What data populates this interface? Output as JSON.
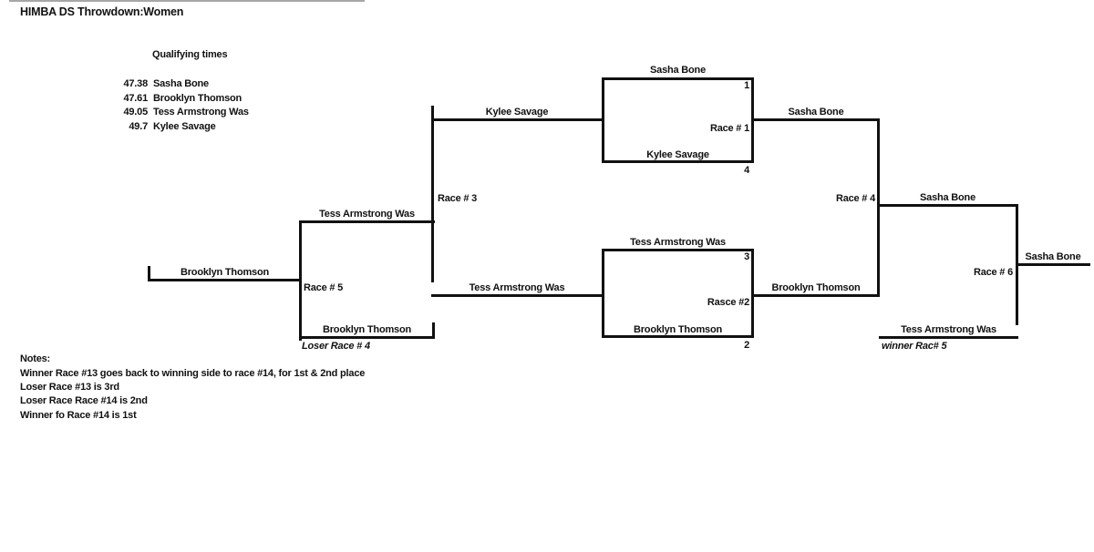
{
  "title": "HIMBA DS Throwdown:Women",
  "qualifying": {
    "header": "Qualifying times",
    "rows": [
      {
        "time": "47.38",
        "name": "Sasha Bone"
      },
      {
        "time": "47.61",
        "name": "Brooklyn Thomson"
      },
      {
        "time": "49.05",
        "name": "Tess Armstrong Was"
      },
      {
        "time": "49.7",
        "name": "Kylee Savage"
      }
    ]
  },
  "bracket": {
    "race1": {
      "label": "Race # 1",
      "top_name": "Sasha Bone",
      "top_seed": "1",
      "bottom_name": "Kylee Savage",
      "bottom_seed": "4",
      "winner": "Sasha Bone"
    },
    "race2": {
      "label": "Rasce #2",
      "top_name": "Tess Armstrong Was",
      "top_seed": "3",
      "bottom_name": "Brooklyn Thomson",
      "bottom_seed": "2",
      "winner": "Brooklyn Thomson"
    },
    "race3": {
      "label": "Race # 3",
      "top_name": "Kylee Savage",
      "bottom_name": "Tess Armstrong Was"
    },
    "race4": {
      "label": "Race # 4",
      "winner": "Sasha Bone"
    },
    "race5": {
      "label": "Race # 5",
      "feeder_name": "Brooklyn Thomson",
      "top_name": "Tess Armstrong Was",
      "bottom_name": "Brooklyn Thomson",
      "bottom_note": "Loser Race # 4"
    },
    "race6": {
      "label": "Race # 6",
      "winner": "Sasha Bone",
      "bottom_name": "Tess Armstrong Was",
      "bottom_note": "winner Rac# 5"
    }
  },
  "notes": {
    "header": "Notes:",
    "lines": [
      "Winner Race #13 goes back to winning side to race #14, for 1st & 2nd place",
      "Loser Race #13 is 3rd",
      "Loser Race Race #14 is 2nd",
      "Winner fo Race #14 is 1st"
    ]
  },
  "colors": {
    "line": "#111111",
    "text": "#111111",
    "background": "#ffffff"
  }
}
